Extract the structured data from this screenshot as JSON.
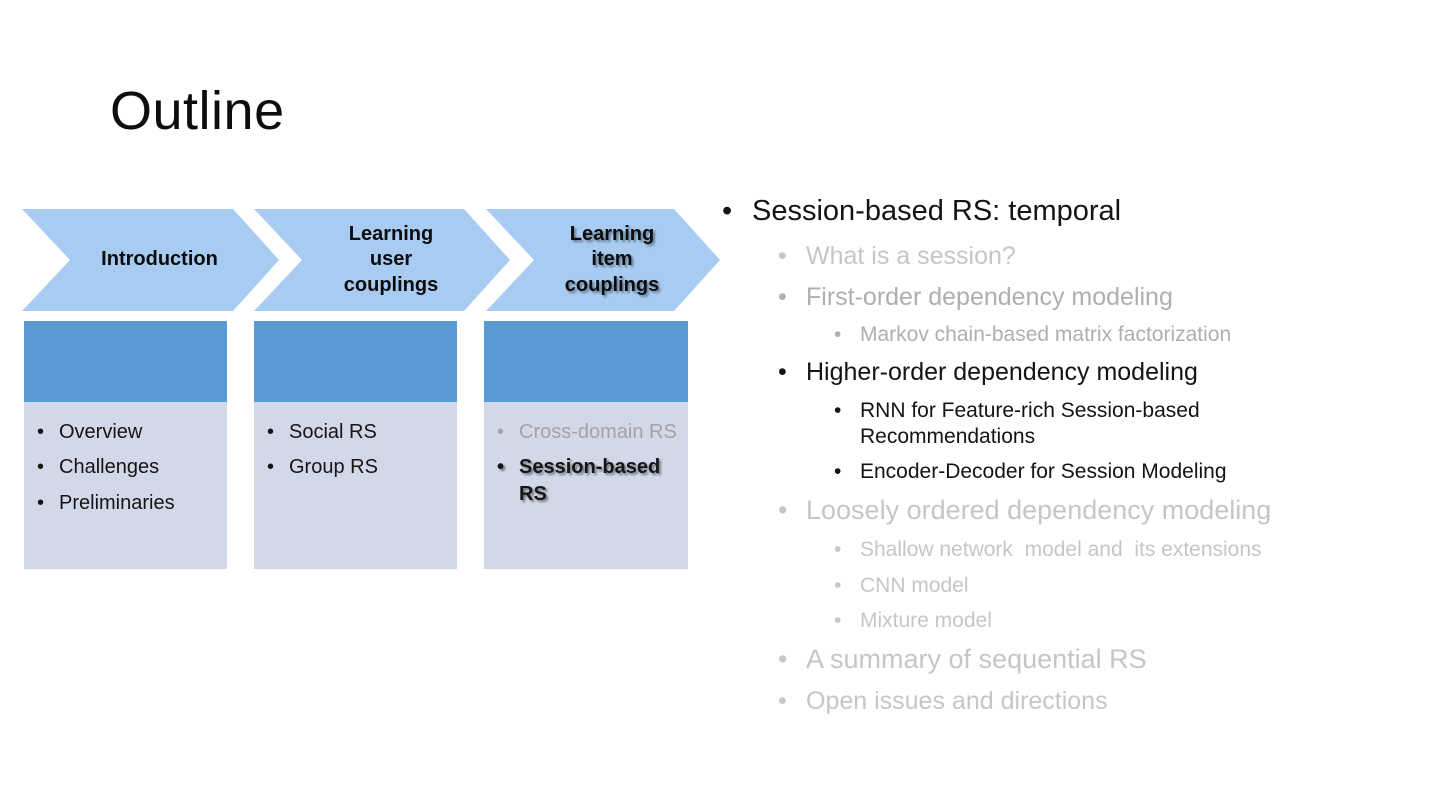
{
  "slide": {
    "title": "Outline"
  },
  "colors": {
    "chevron_fill": "#a7cbf1",
    "header_fill": "#5b9bd5",
    "panel_fill": "#d3d8e8",
    "text_black": "#141414",
    "text_gray_light": "#c6c6c6",
    "text_gray_mid": "#afafaf",
    "panel_dimmed_text": "#a3a3a3"
  },
  "process": {
    "chevrons": [
      {
        "label": "Introduction",
        "highlighted": false
      },
      {
        "label": "Learning\nuser\ncouplings",
        "highlighted": false
      },
      {
        "label": "Learning\nitem\ncouplings",
        "highlighted": true
      }
    ],
    "columns": [
      {
        "items": [
          {
            "text": "Overview"
          },
          {
            "text": "Challenges"
          },
          {
            "text": "Preliminaries"
          }
        ]
      },
      {
        "items": [
          {
            "text": "Social RS"
          },
          {
            "text": "Group RS"
          }
        ]
      },
      {
        "items": [
          {
            "text": "Cross-domain RS",
            "dimmed": true
          },
          {
            "text": "Session-based RS",
            "highlighted": true
          }
        ]
      }
    ]
  },
  "outline": {
    "items": [
      {
        "level": 1,
        "text": "Session-based RS: temporal",
        "emphasis": "active"
      },
      {
        "level": 2,
        "text": "What is a session?",
        "emphasis": "dimmed"
      },
      {
        "level": 2,
        "text": "First-order dependency modeling",
        "emphasis": "dimmed"
      },
      {
        "level": 3,
        "text": "Markov chain-based matrix factorization",
        "emphasis": "dimmed"
      },
      {
        "level": 2,
        "text": "Higher-order dependency modeling",
        "emphasis": "active"
      },
      {
        "level": 3,
        "text": "RNN for Feature-rich Session-based Recommendations",
        "emphasis": "active"
      },
      {
        "level": 3,
        "text": "Encoder-Decoder for Session Modeling",
        "emphasis": "active"
      },
      {
        "level": 2,
        "text": "Loosely ordered dependency modeling",
        "emphasis": "dimmed"
      },
      {
        "level": 3,
        "text": "Shallow network  model and  its extensions",
        "emphasis": "dimmed"
      },
      {
        "level": 3,
        "text": "CNN model",
        "emphasis": "dimmed"
      },
      {
        "level": 3,
        "text": "Mixture model",
        "emphasis": "dimmed"
      },
      {
        "level": 2,
        "text": "A summary of sequential RS",
        "emphasis": "dimmed"
      },
      {
        "level": 2,
        "text": "Open issues and directions",
        "emphasis": "dimmed"
      }
    ]
  },
  "glyphs": {
    "bullet": "•"
  }
}
